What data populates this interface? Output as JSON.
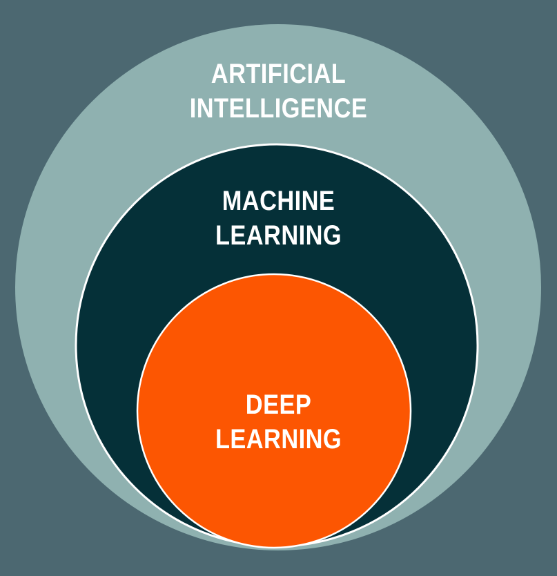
{
  "diagram": {
    "type": "nested-circles",
    "title": "Artificial Intelligence vs Machine Learning vs Deep Learning nested diagram",
    "background_color": "#4c6871",
    "text_color": "#ffffff",
    "outline_color": "#ffffff",
    "circles": [
      {
        "id": "artificial-intelligence",
        "label": "ARTIFICIAL INTELLIGENCE",
        "line1": "ARTIFICIAL",
        "line2": "INTELLIGENCE",
        "fill": "#8fb1b0",
        "stroke": "none",
        "text_color": "#ffffff"
      },
      {
        "id": "machine-learning",
        "label": "MACHINE LEARNING",
        "line1": "MACHINE",
        "line2": "LEARNING",
        "fill": "#053038",
        "stroke": "#ffffff",
        "text_color": "#ffffff"
      },
      {
        "id": "deep-learning",
        "label": "DEEP LEARNING",
        "line1": "DEEP",
        "line2": "LEARNING",
        "fill": "#fc5602",
        "stroke": "#ffffff",
        "text_color": "#ffffff"
      }
    ]
  }
}
